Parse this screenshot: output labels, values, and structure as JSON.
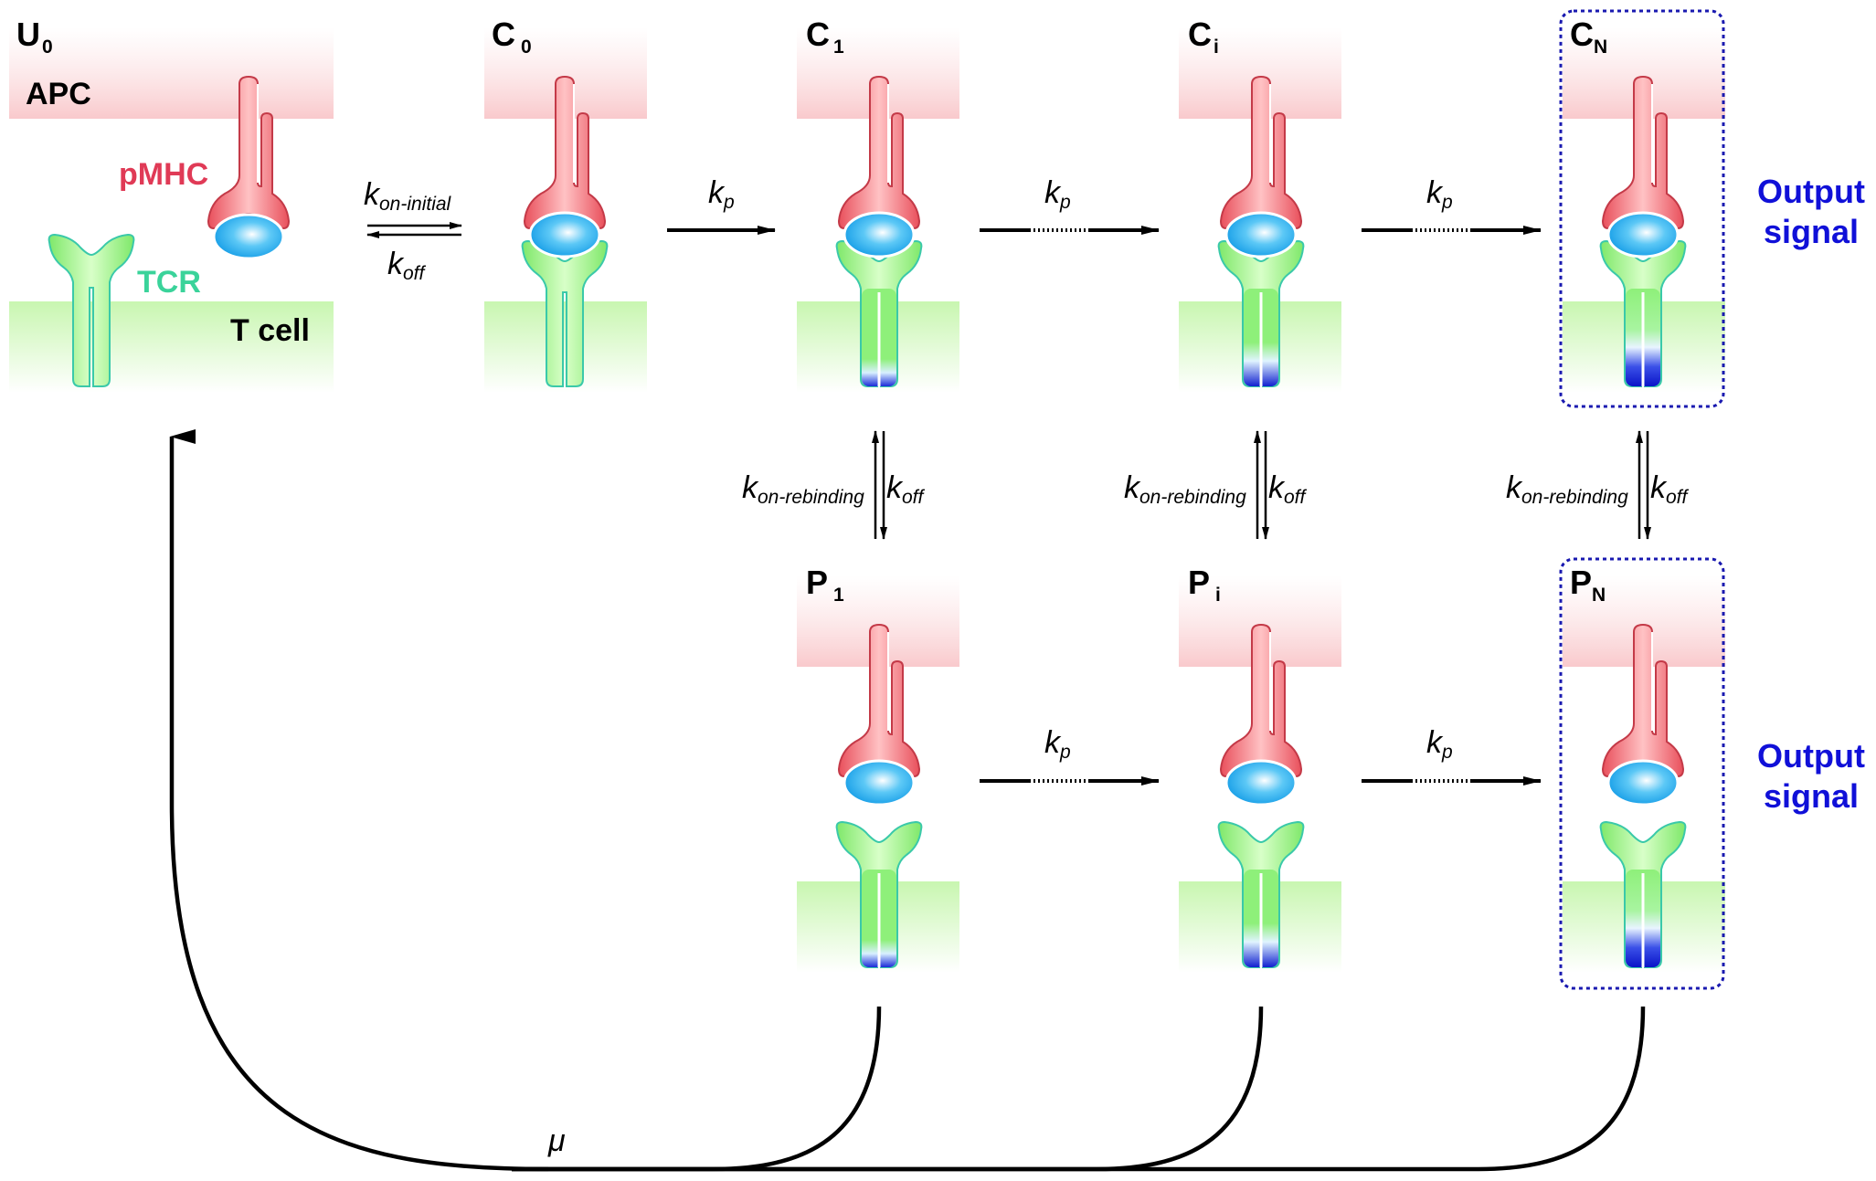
{
  "states": {
    "u0": {
      "name": "U",
      "sub": "0"
    },
    "c0": {
      "name": "C",
      "sub": "0"
    },
    "c1": {
      "name": "C",
      "sub": "1"
    },
    "ci": {
      "name": "C",
      "sub": "i"
    },
    "cn": {
      "name": "C",
      "sub": "N"
    },
    "p1": {
      "name": "P",
      "sub": "1"
    },
    "pi": {
      "name": "P",
      "sub": "i"
    },
    "pn": {
      "name": "P",
      "sub": "N"
    }
  },
  "labels": {
    "apc": "APC",
    "tcell": "T cell",
    "pmhc": "pMHC",
    "tcr": "TCR",
    "output_line1": "Output",
    "output_line2": "signal"
  },
  "rates": {
    "k": "k",
    "on_initial": "on-initial",
    "off": "off",
    "p": "p",
    "on_rebinding": "on-rebinding",
    "mu": "μ"
  },
  "colors": {
    "apc_band": "#fbd6d8",
    "tcell_band": "#cdf7b8",
    "pmhc": "#f06a73",
    "tcr": "#8ef07a",
    "tcr_outline": "#3ac9a9",
    "binding_site": "#1fa6ec",
    "phospho": "#1010d8",
    "output_box": "#1a1ab0"
  }
}
